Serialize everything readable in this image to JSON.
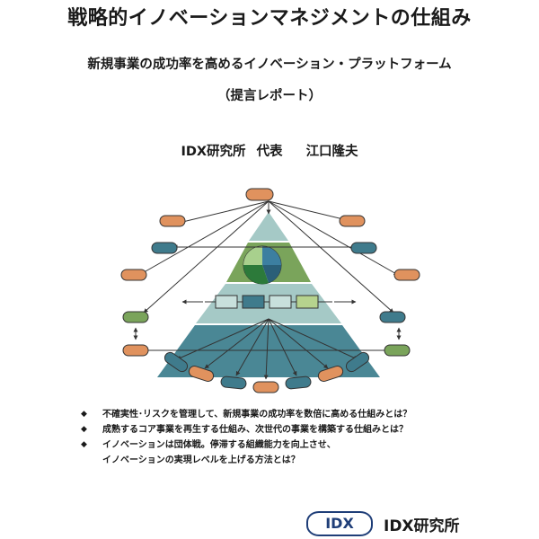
{
  "document": {
    "title": "戦略的イノベーションマネジメントの仕組み",
    "subtitle": "新規事業の成功率を高めるイノベーション・プラットフォーム",
    "report_type": "（提言レポート）",
    "author_org": "IDX研究所",
    "author_role": "代表",
    "author_name": "江口隆夫"
  },
  "bullets": [
    {
      "mark": "◆",
      "text": "不確実性･リスクを管理して、新規事業の成功率を数倍に高める仕組みとは？"
    },
    {
      "mark": "◆",
      "text": "成熟するコア事業を再生する仕組み、次世代の事業を構築する仕組みとは？"
    },
    {
      "mark": "◆",
      "text": "イノベーションは団体戦。停滞する組織能力を向上させ、",
      "continuation": "イノベーションの実現レベルを上げる方法とは？"
    }
  ],
  "footer": {
    "logo_text": "IDX",
    "org_name": "IDX研究所"
  },
  "colors": {
    "orange": "#e0925e",
    "teal_dark": "#3f7b8c",
    "green": "#7aa45b",
    "teal_light": "#a5c9c6",
    "navy": "#1f3e78"
  }
}
